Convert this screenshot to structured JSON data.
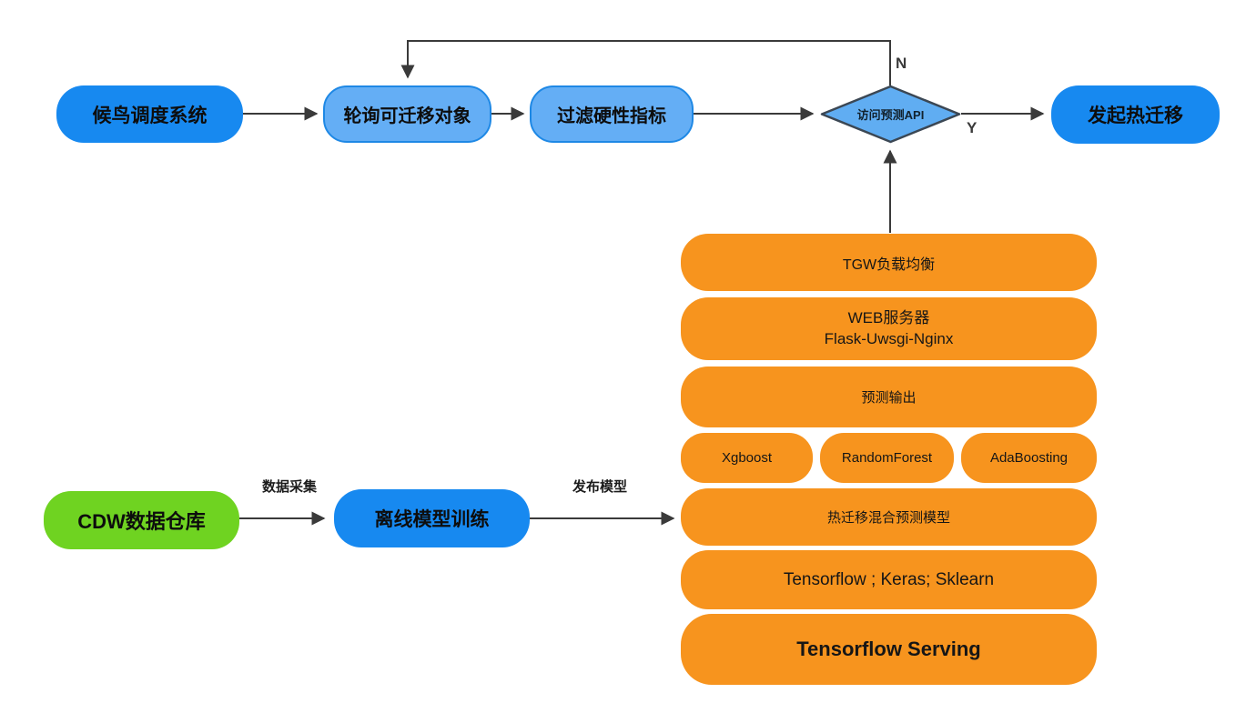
{
  "diagram": {
    "nodes": {
      "scheduler": "候鸟调度系统",
      "poll": "轮询可迁移对象",
      "filter": "过滤硬性指标",
      "decision": "访问预测API",
      "migrate": "发起热迁移",
      "cdw": "CDW数据仓库",
      "offline_training": "离线模型训练"
    },
    "stack": {
      "tgw": "TGW负载均衡",
      "web_line1": "WEB服务器",
      "web_line2": "Flask-Uwsgi-Nginx",
      "predict_output": "预测输出",
      "model_xgboost": "Xgboost",
      "model_random_forest": "RandomForest",
      "model_ada_boosting": "AdaBoosting",
      "hybrid_model": "热迁移混合预测模型",
      "frameworks": "Tensorflow ; Keras; Sklearn",
      "serving": "Tensorflow Serving"
    },
    "edge_labels": {
      "no": "N",
      "yes": "Y",
      "data_collect": "数据采集",
      "publish_model": "发布模型"
    }
  },
  "colors": {
    "solid_blue": "#1789f0",
    "light_blue_fill": "#64aef5",
    "light_blue_border": "#1e88e5",
    "diamond_fill": "#60adf2",
    "diamond_border": "#3b4754",
    "orange": "#f7941e",
    "green_fill": "#6fd321",
    "arrow": "#3a3a3a"
  }
}
